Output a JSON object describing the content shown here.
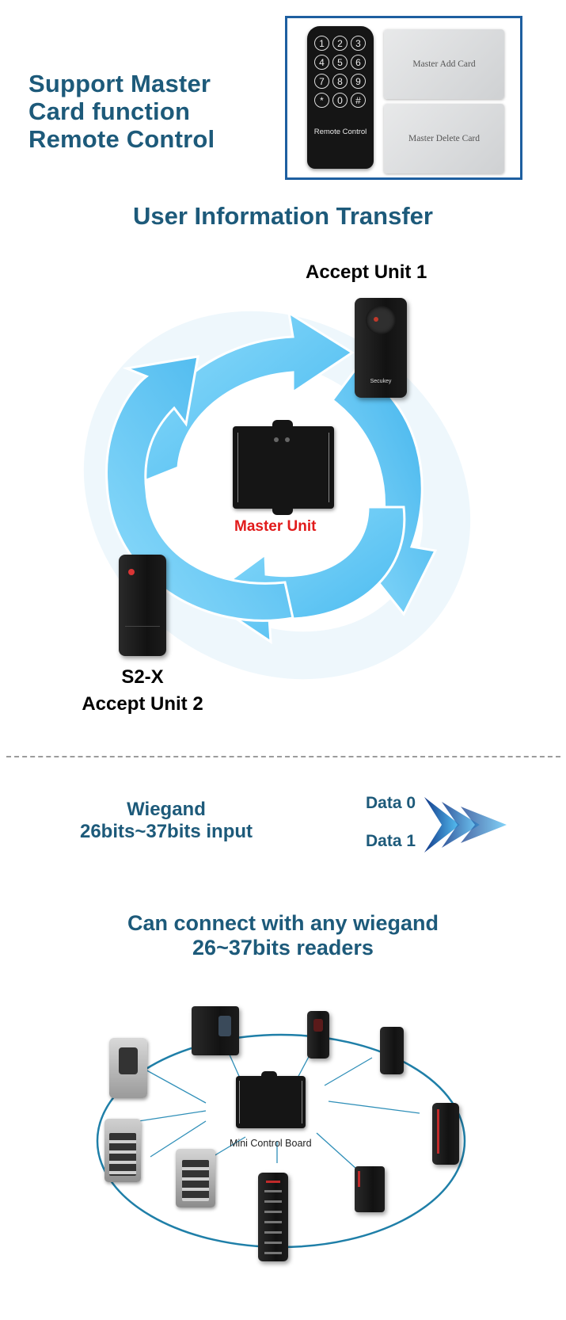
{
  "hero": {
    "lines": [
      "Support Master",
      "Card function",
      "Remote Control"
    ],
    "remote": {
      "keys": [
        "1",
        "2",
        "3",
        "4",
        "5",
        "6",
        "7",
        "8",
        "9",
        "*",
        "0",
        "#"
      ],
      "label": "Remote Control"
    },
    "card_add": "Master Add Card",
    "card_delete": "Master Delete Card"
  },
  "transfer": {
    "title": "User Information Transfer",
    "accept_unit_1": "Accept Unit 1",
    "reader_brand": "Secukey",
    "master_unit": "Master Unit",
    "model_2": "S2-X",
    "accept_unit_2": "Accept Unit 2"
  },
  "wiegand": {
    "line1": "Wiegand",
    "line2": "26bits~37bits input",
    "data0": "Data 0",
    "data1": "Data 1"
  },
  "connect": {
    "title_line1": "Can connect with any wiegand",
    "title_line2": "26~37bits readers",
    "board_label": "Mini Control Board"
  },
  "colors": {
    "heading": "#1d5a7a",
    "arrow": "#5ec8f5",
    "accent_red": "#e11b1b",
    "frame": "#1e5fa0"
  }
}
